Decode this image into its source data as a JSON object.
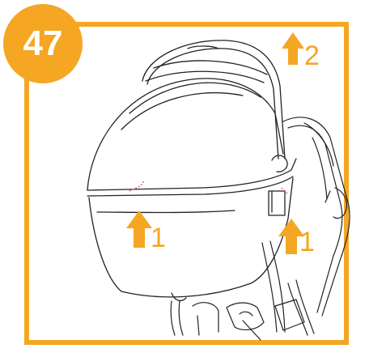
{
  "step": {
    "number": "47"
  },
  "arrows": [
    {
      "label": "2",
      "meaning": "lift"
    },
    {
      "label": "1",
      "meaning": "lift"
    },
    {
      "label": "1",
      "meaning": "lift"
    }
  ],
  "colors": {
    "accent": "#F5A623",
    "line": "#222222",
    "release_mark": "#D0435B"
  }
}
